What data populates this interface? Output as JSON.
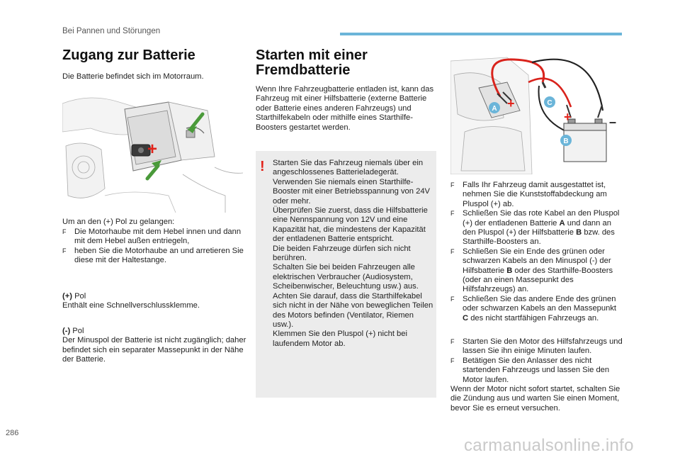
{
  "header": {
    "section": "Bei Pannen und Störungen"
  },
  "page_number": "286",
  "watermark": "carmanualsonline.info",
  "left": {
    "title": "Zugang zur Batterie",
    "intro": "Die Batterie befindet sich im Motorraum.",
    "access_intro": "Um an den (+) Pol zu gelangen:",
    "access_steps": [
      "Die Motorhaube mit dem Hebel innen und dann mit dem Hebel außen entriegeln,",
      "heben Sie die Motorhaube an und arretieren Sie diese mit der Haltestange."
    ],
    "plus_label": "(+)",
    "plus_word": "Pol",
    "plus_text": "Enthält eine Schnellverschlussklemme.",
    "minus_label": "(-)",
    "minus_word": "Pol",
    "minus_text": "Der Minuspol der Batterie ist nicht zugänglich; daher befindet sich ein separater Massepunkt in der Nähe der Batterie."
  },
  "middle": {
    "title_line1": "Starten mit einer",
    "title_line2": "Fremdbatterie",
    "intro": "Wenn Ihre Fahrzeugbatterie entladen ist, kann das Fahrzeug mit einer Hilfsbatterie (externe Batterie oder Batterie eines anderen Fahrzeugs) und Starthilfekabeln oder mithilfe eines Starthilfe-Boosters gestartet werden.",
    "warning_symbol": "!",
    "warning_lines": [
      "Starten Sie das Fahrzeug niemals über ein angeschlossenes Batterieladegerät.",
      "Verwenden Sie niemals einen Starthilfe-Booster mit einer Betriebsspannung von 24V oder mehr.",
      "Überprüfen Sie zuerst, dass die Hilfsbatterie eine Nennspannung von 12V und eine Kapazität hat, die mindestens der Kapazität der entladenen Batterie entspricht.",
      "Die beiden Fahrzeuge dürfen sich nicht berühren.",
      "Schalten Sie bei beiden Fahrzeugen alle elektrischen Verbraucher (Audiosystem, Scheibenwischer, Beleuchtung usw.) aus.",
      "Achten Sie darauf, dass die Starthilfekabel sich nicht in der Nähe von beweglichen Teilen des Motors befinden (Ventilator, Riemen usw.).",
      "Klemmen Sie den Pluspol (+) nicht bei laufendem Motor ab."
    ]
  },
  "right": {
    "figure_labels": {
      "a": "A",
      "b": "B",
      "c": "C",
      "plus": "+",
      "minus": "–"
    },
    "steps1": [
      "Falls Ihr Fahrzeug damit ausgestattet ist, nehmen Sie die Kunststoffabdeckung am Pluspol (+) ab.",
      "Schließen Sie das rote Kabel an den Pluspol (+) der entladenen Batterie ",
      "Schließen Sie ein Ende des grünen oder schwarzen Kabels an den Minuspol (-) der Hilfsbatterie ",
      "Schließen Sie das andere Ende des grünen oder schwarzen Kabels an den Massepunkt "
    ],
    "step2_a": "A",
    "step2_mid": " und dann an den Pluspol (+) der Hilfsbatterie ",
    "step2_b": "B",
    "step2_end": " bzw. des Starthilfe-Boosters an.",
    "step3_b": "B",
    "step3_end": " oder des Starthilfe-Boosters (oder an einen Massepunkt des Hilfsfahrzeugs) an.",
    "step4_c": "C",
    "step4_end": " des nicht startfähigen Fahrzeugs an.",
    "steps2": [
      "Starten Sie den Motor des Hilfsfahrzeugs und lassen Sie ihn einige Minuten laufen.",
      "Betätigen Sie den Anlasser des nicht startenden Fahrzeugs und lassen Sie den Motor laufen."
    ],
    "closing": "Wenn der Motor nicht sofort startet, schalten Sie die Zündung aus und warten Sie einen Moment, bevor Sie es erneut versuchen.",
    "bullet_glyph": "F"
  }
}
